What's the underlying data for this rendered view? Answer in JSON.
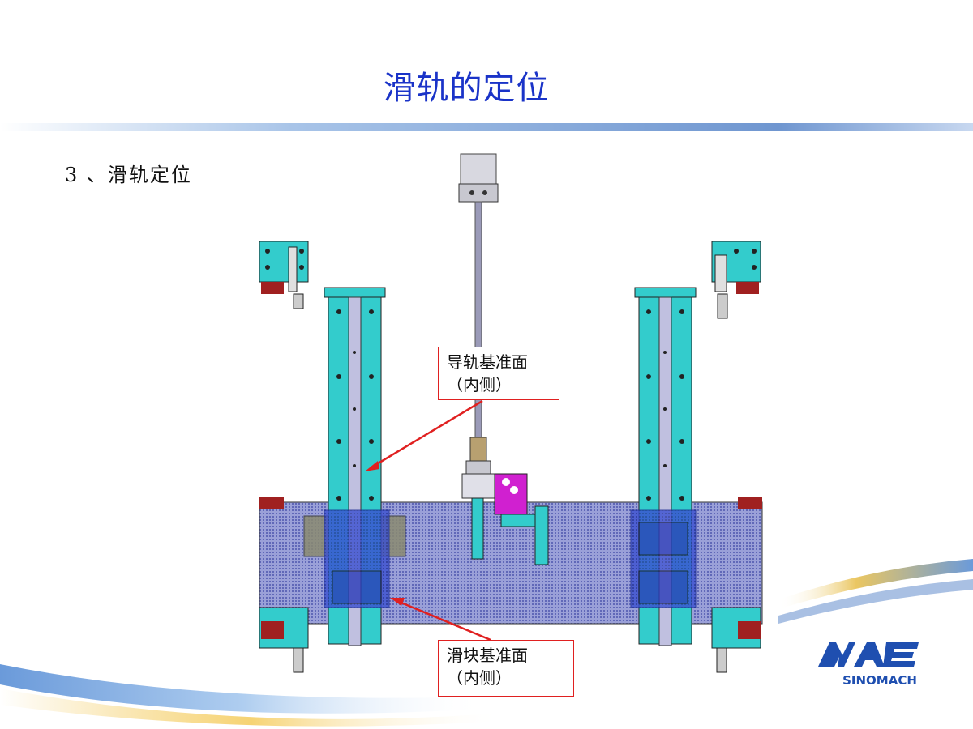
{
  "slide": {
    "title": "滑轨的定位",
    "subtitle": "3 、滑轨定位"
  },
  "callouts": {
    "guide_rail": {
      "line1": "导轨基准面",
      "line2": "（内侧）"
    },
    "slider": {
      "line1": "滑块基准面",
      "line2": "（内侧）"
    }
  },
  "logo": {
    "company": "SINOMACH"
  },
  "colors": {
    "title": "#1a33c8",
    "callout_border": "#e02020",
    "arrow": "#e02020",
    "plate": "#8a90c8",
    "rail_post": "#33cccc",
    "rail_strip": "#c0c0e0",
    "slider_block": "#3a4fd0",
    "clamp_red": "#a02020",
    "bracket_magenta": "#d020d0",
    "logo_blue": "#1f4fb0"
  }
}
